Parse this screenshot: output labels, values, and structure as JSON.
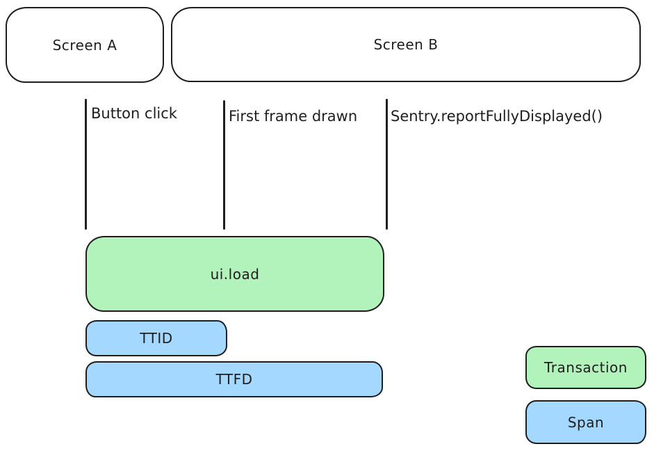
{
  "diagram": {
    "title_context": "screen load transaction timing diagram",
    "screens": [
      {
        "label": "Screen A"
      },
      {
        "label": "Screen B"
      }
    ],
    "events": [
      {
        "label": "Button click"
      },
      {
        "label": "First frame drawn"
      },
      {
        "label": "Sentry.reportFullyDisplayed()"
      }
    ],
    "transaction_bar": {
      "label": "ui.load"
    },
    "span_bars": [
      {
        "label": "TTID"
      },
      {
        "label": "TTFD"
      }
    ],
    "legend": [
      {
        "label": "Transaction",
        "type": "transaction"
      },
      {
        "label": "Span",
        "type": "span"
      }
    ],
    "colors": {
      "transaction_fill": "#b2f2bb",
      "span_fill": "#a5d8ff",
      "stroke": "#1e1e1e",
      "background": "#ffffff"
    }
  }
}
